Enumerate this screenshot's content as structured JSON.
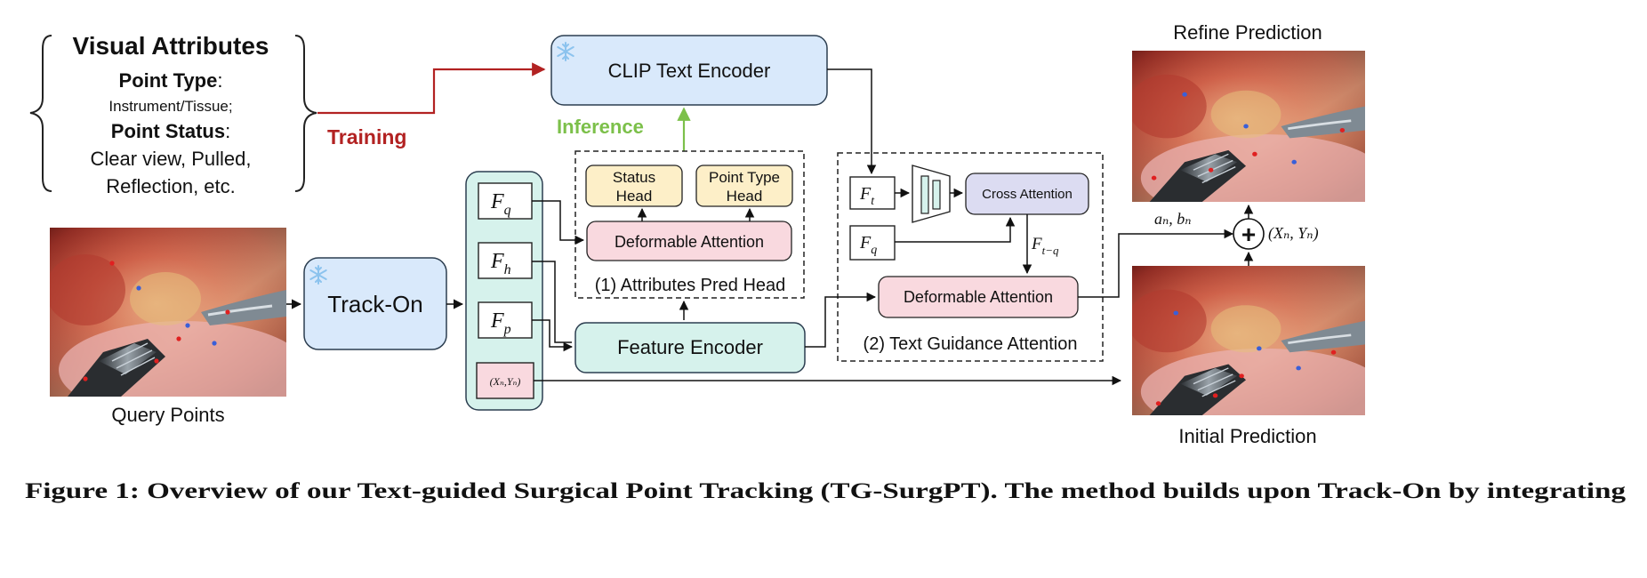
{
  "visual_attributes": {
    "title": "Visual Attributes",
    "point_type_label": "Point Type",
    "point_type_colon": ":",
    "point_type_value": "Instrument/Tissue;",
    "point_status_label": "Point Status",
    "point_status_colon": ":",
    "point_status_line1": "Clear view, Pulled,",
    "point_status_line2": "Reflection, etc."
  },
  "training_label": "Training",
  "inference_label": "Inference",
  "clip": {
    "label": "CLIP Text Encoder"
  },
  "track_on": {
    "label": "Track-On"
  },
  "query_points_label": "Query Points",
  "features": {
    "fq_base": "F",
    "fq_sub": "q",
    "fh_base": "F",
    "fh_sub": "h",
    "fp_base": "F",
    "fp_sub": "p",
    "xy_label": "(Xₙ,Yₙ)"
  },
  "attributes_head": {
    "status_line1": "Status",
    "status_line2": "Head",
    "pointtype_line1": "Point Type",
    "pointtype_line2": "Head",
    "deformable": "Deformable Attention",
    "caption": "(1) Attributes Pred Head"
  },
  "feature_encoder": {
    "label": "Feature Encoder"
  },
  "text_guidance": {
    "ft_base": "F",
    "ft_sub": "t",
    "fq_base": "F",
    "fq_sub": "q",
    "cross_attention": "Cross Attention",
    "ftq_base": "F",
    "ftq_sub": "t−q",
    "deformable": "Deformable Attention",
    "caption": "(2) Text Guidance Attention"
  },
  "fusion": {
    "an_bn": "aₙ,  bₙ",
    "plus": "+",
    "xn_yn": "(Xₙ,  Yₙ)"
  },
  "refine_label": "Refine Prediction",
  "initial_label": "Initial Prediction",
  "caption_partial": "Figure 1: Overview of our Text-guided Surgical Point Tracking (TG-SurgPT). The method builds upon Track-On by integrating",
  "colors": {
    "blue_box": "#d9e9fb",
    "blue_stroke": "#5b8ec9",
    "teal_box": "#d6f2ec",
    "teal_stroke": "#4a9a8c",
    "pink_box": "#f9d9df",
    "yellow_box": "#fdefc8",
    "lavender_box": "#dcdcf2",
    "training_red": "#b22222",
    "inference_green": "#7cc04a"
  }
}
